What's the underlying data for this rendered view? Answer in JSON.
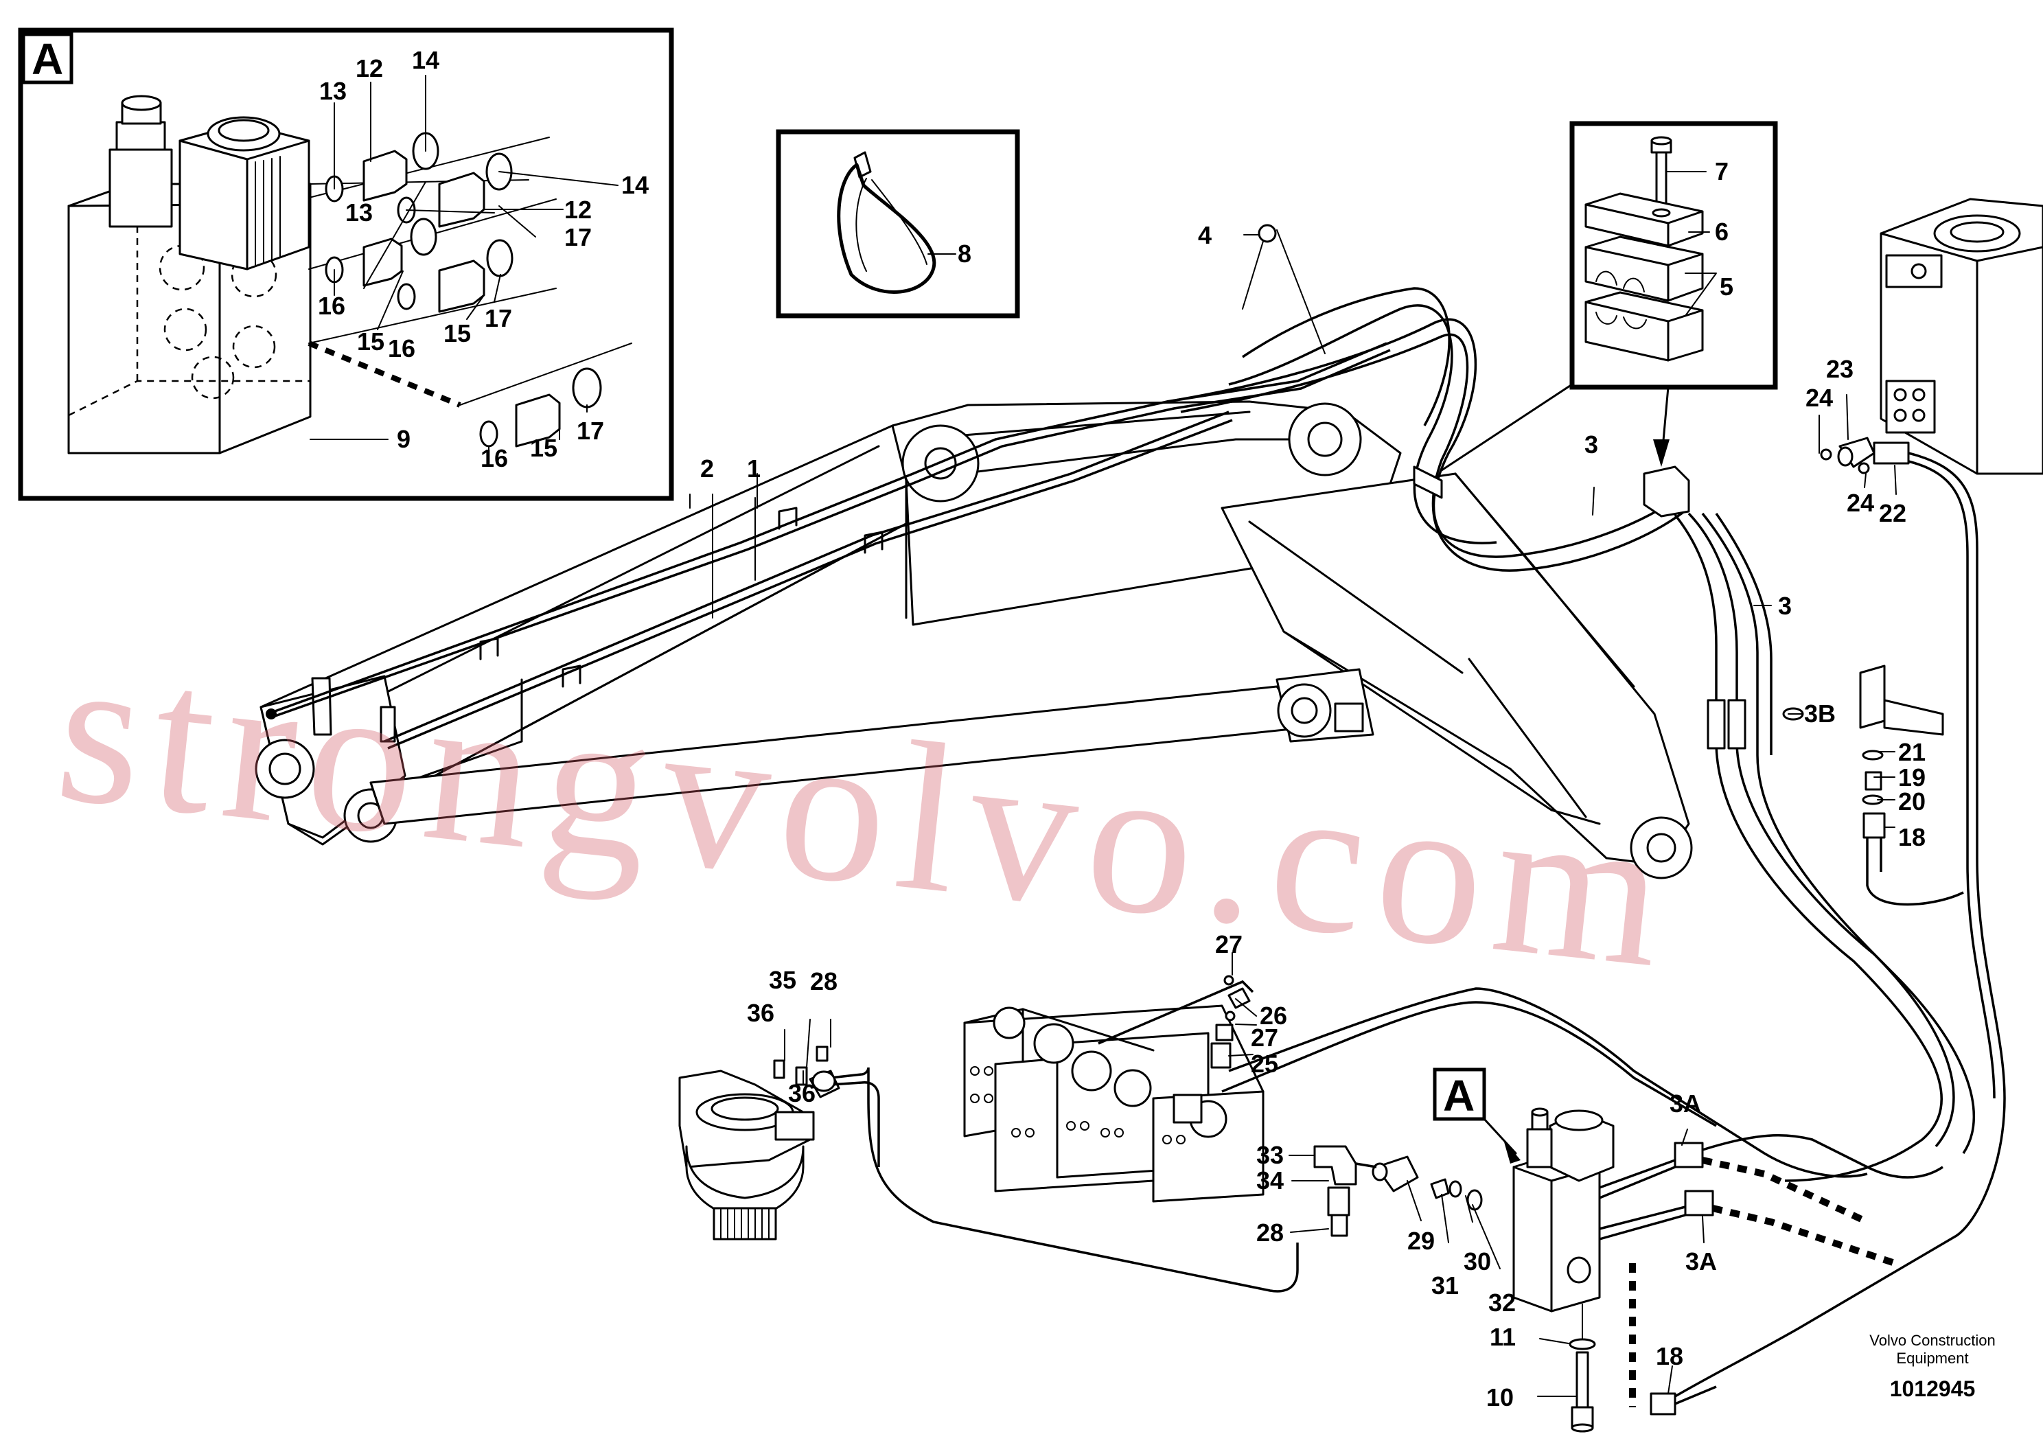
{
  "callouts": {
    "inset_a": "A",
    "detail_a": "A",
    "n1": "1",
    "n2": "2",
    "n3a": "3",
    "n3b": "3",
    "n3B": "3B",
    "n3A1": "3A",
    "n3A2": "3A",
    "n4": "4",
    "n5": "5",
    "n6": "6",
    "n7": "7",
    "n8": "8",
    "n9": "9",
    "n10": "10",
    "n11": "11",
    "n12a": "12",
    "n12b": "12",
    "n13a": "13",
    "n13b": "13",
    "n14a": "14",
    "n14b": "14",
    "n15a": "15",
    "n15b": "15",
    "n15c": "15",
    "n16a": "16",
    "n16b": "16",
    "n16c": "16",
    "n17a": "17",
    "n17b": "17",
    "n17c": "17",
    "n18a": "18",
    "n18b": "18",
    "n19": "19",
    "n20": "20",
    "n21": "21",
    "n22": "22",
    "n23": "23",
    "n24a": "24",
    "n24b": "24",
    "n25": "25",
    "n26": "26",
    "n27a": "27",
    "n27b": "27",
    "n28a": "28",
    "n28b": "28",
    "n29": "29",
    "n30": "30",
    "n31": "31",
    "n32": "32",
    "n33": "33",
    "n34": "34",
    "n35": "35",
    "n36a": "36",
    "n36b": "36"
  },
  "credit": {
    "line1": "Volvo Construction",
    "line2": "Equipment",
    "drawing_no": "1012945"
  },
  "watermark": "strongvolvo.com"
}
